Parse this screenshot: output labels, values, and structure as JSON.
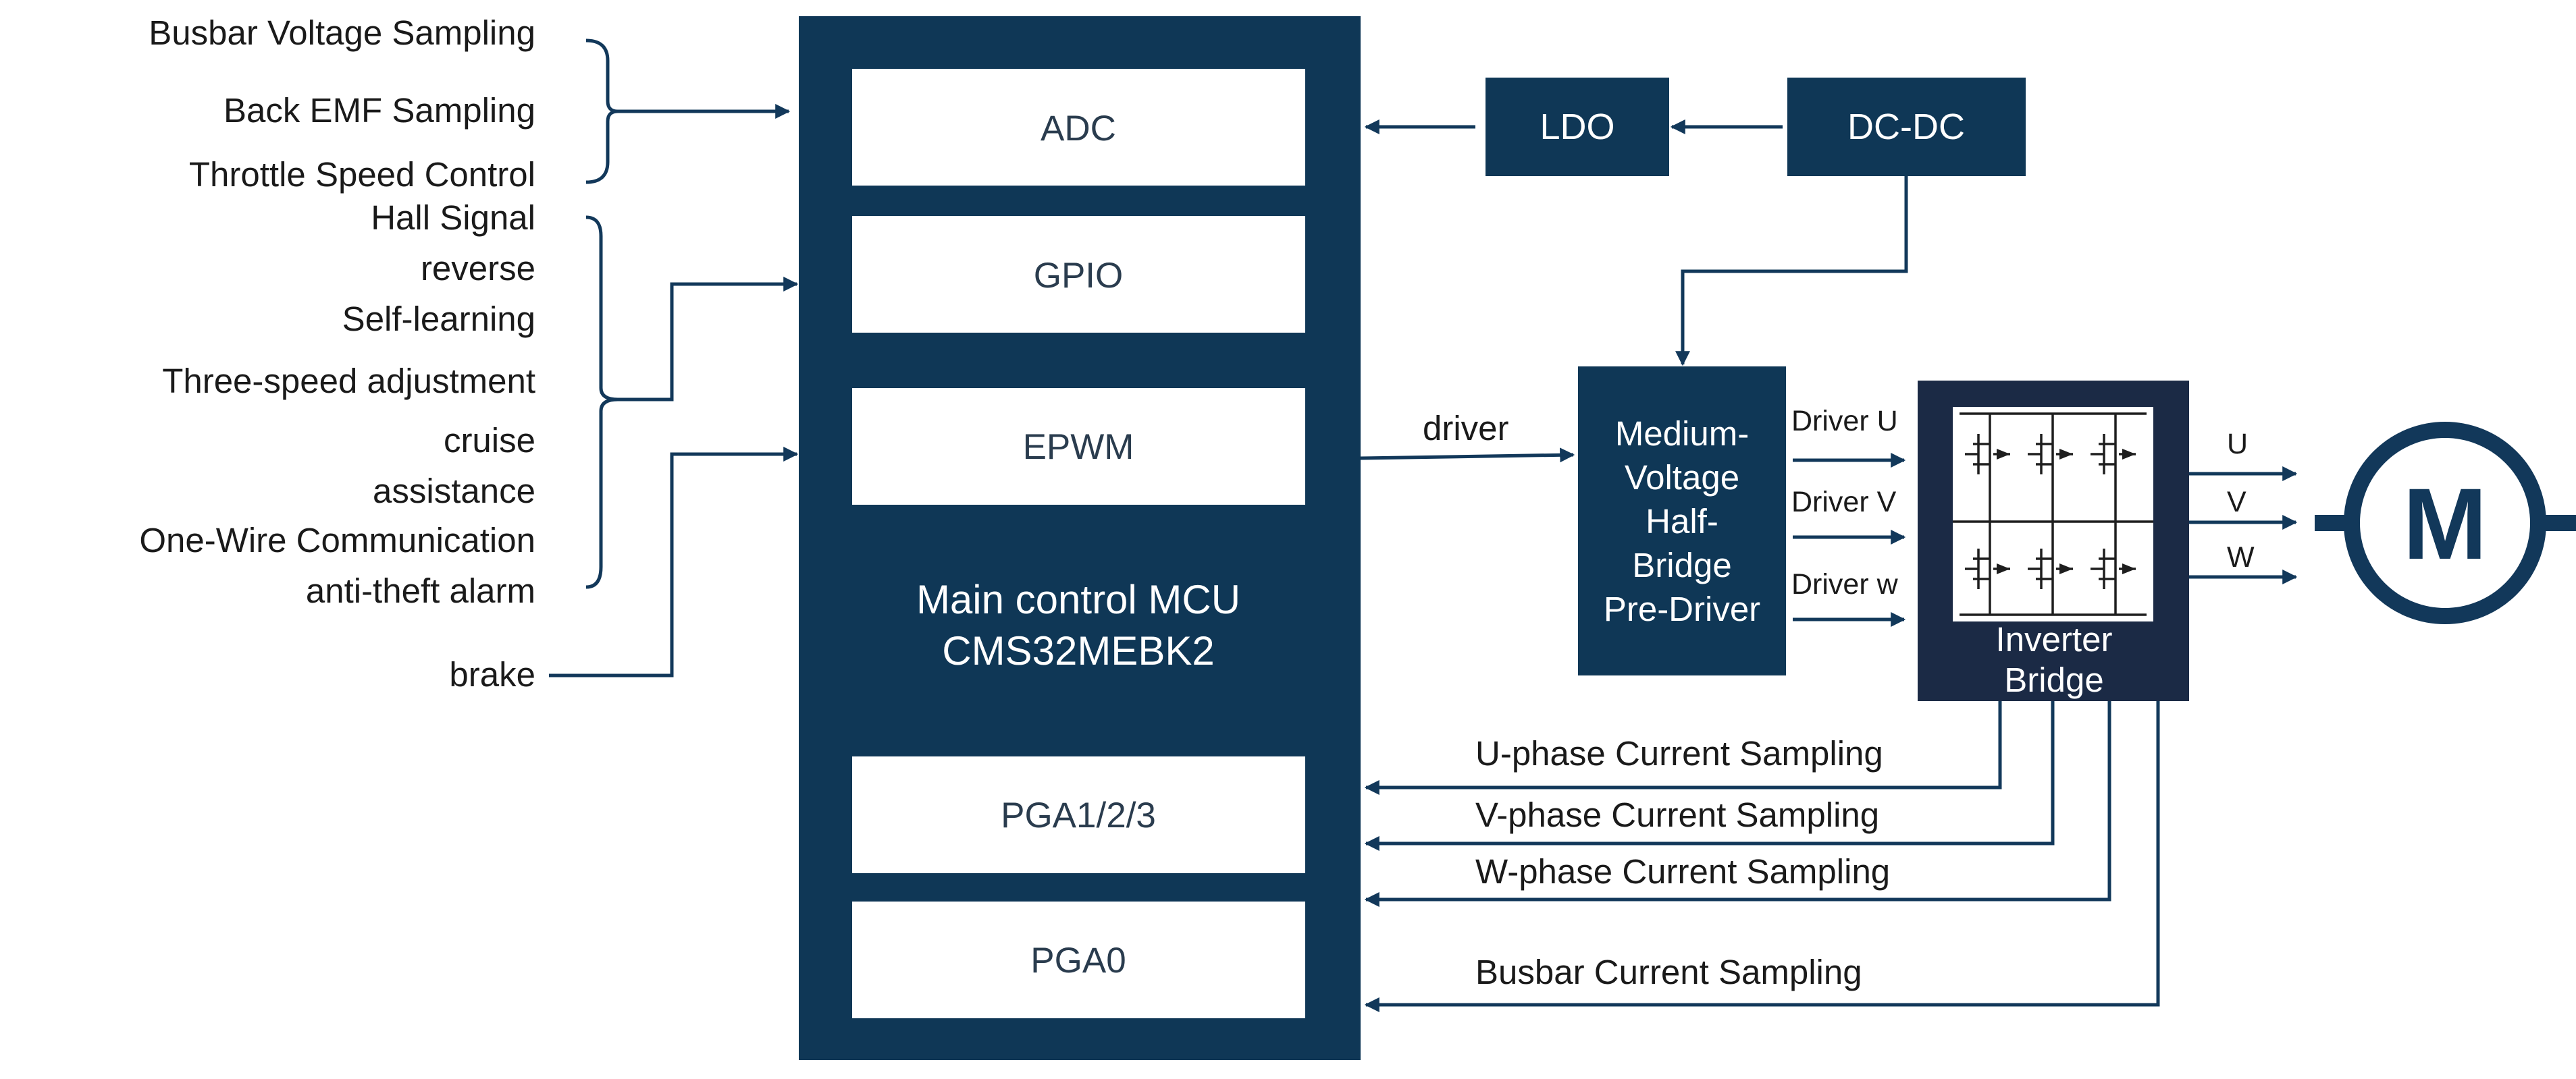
{
  "colors": {
    "block_fill": "#0f3756",
    "module_fill": "#ffffff",
    "wire": "#12385a",
    "motor": "#12385a",
    "inverter_fill": "#1b2a45",
    "text": "#1a1a1a"
  },
  "left_inputs": {
    "adc_group": [
      "Busbar Voltage Sampling",
      "Back EMF Sampling",
      "Throttle Speed Control"
    ],
    "gpio_group": [
      "Hall Signal",
      "reverse",
      "Self-learning",
      "Three-speed adjustment",
      "cruise",
      "assistance",
      "One-Wire Communication",
      "anti-theft alarm"
    ],
    "brake": "brake"
  },
  "mcu": {
    "line1": "Main control MCU",
    "line2": "CMS32MEBK2",
    "modules": {
      "adc": "ADC",
      "gpio": "GPIO",
      "epwm": "EPWM",
      "pga123": "PGA1/2/3",
      "pga0": "PGA0"
    }
  },
  "power": {
    "ldo": "LDO",
    "dcdc": "DC-DC"
  },
  "driver_label": "driver",
  "predriver": {
    "lines": [
      "Medium-",
      "Voltage",
      "Half-",
      "Bridge",
      "Pre-Driver"
    ]
  },
  "driver_outputs": [
    "Driver U",
    "Driver V",
    "Driver w"
  ],
  "inverter": {
    "line1": "Inverter",
    "line2": "Bridge"
  },
  "phases": [
    "U",
    "V",
    "W"
  ],
  "motor_label": "M",
  "feedback": [
    "U-phase Current Sampling",
    "V-phase Current Sampling",
    "W-phase Current Sampling",
    "Busbar Current Sampling"
  ]
}
